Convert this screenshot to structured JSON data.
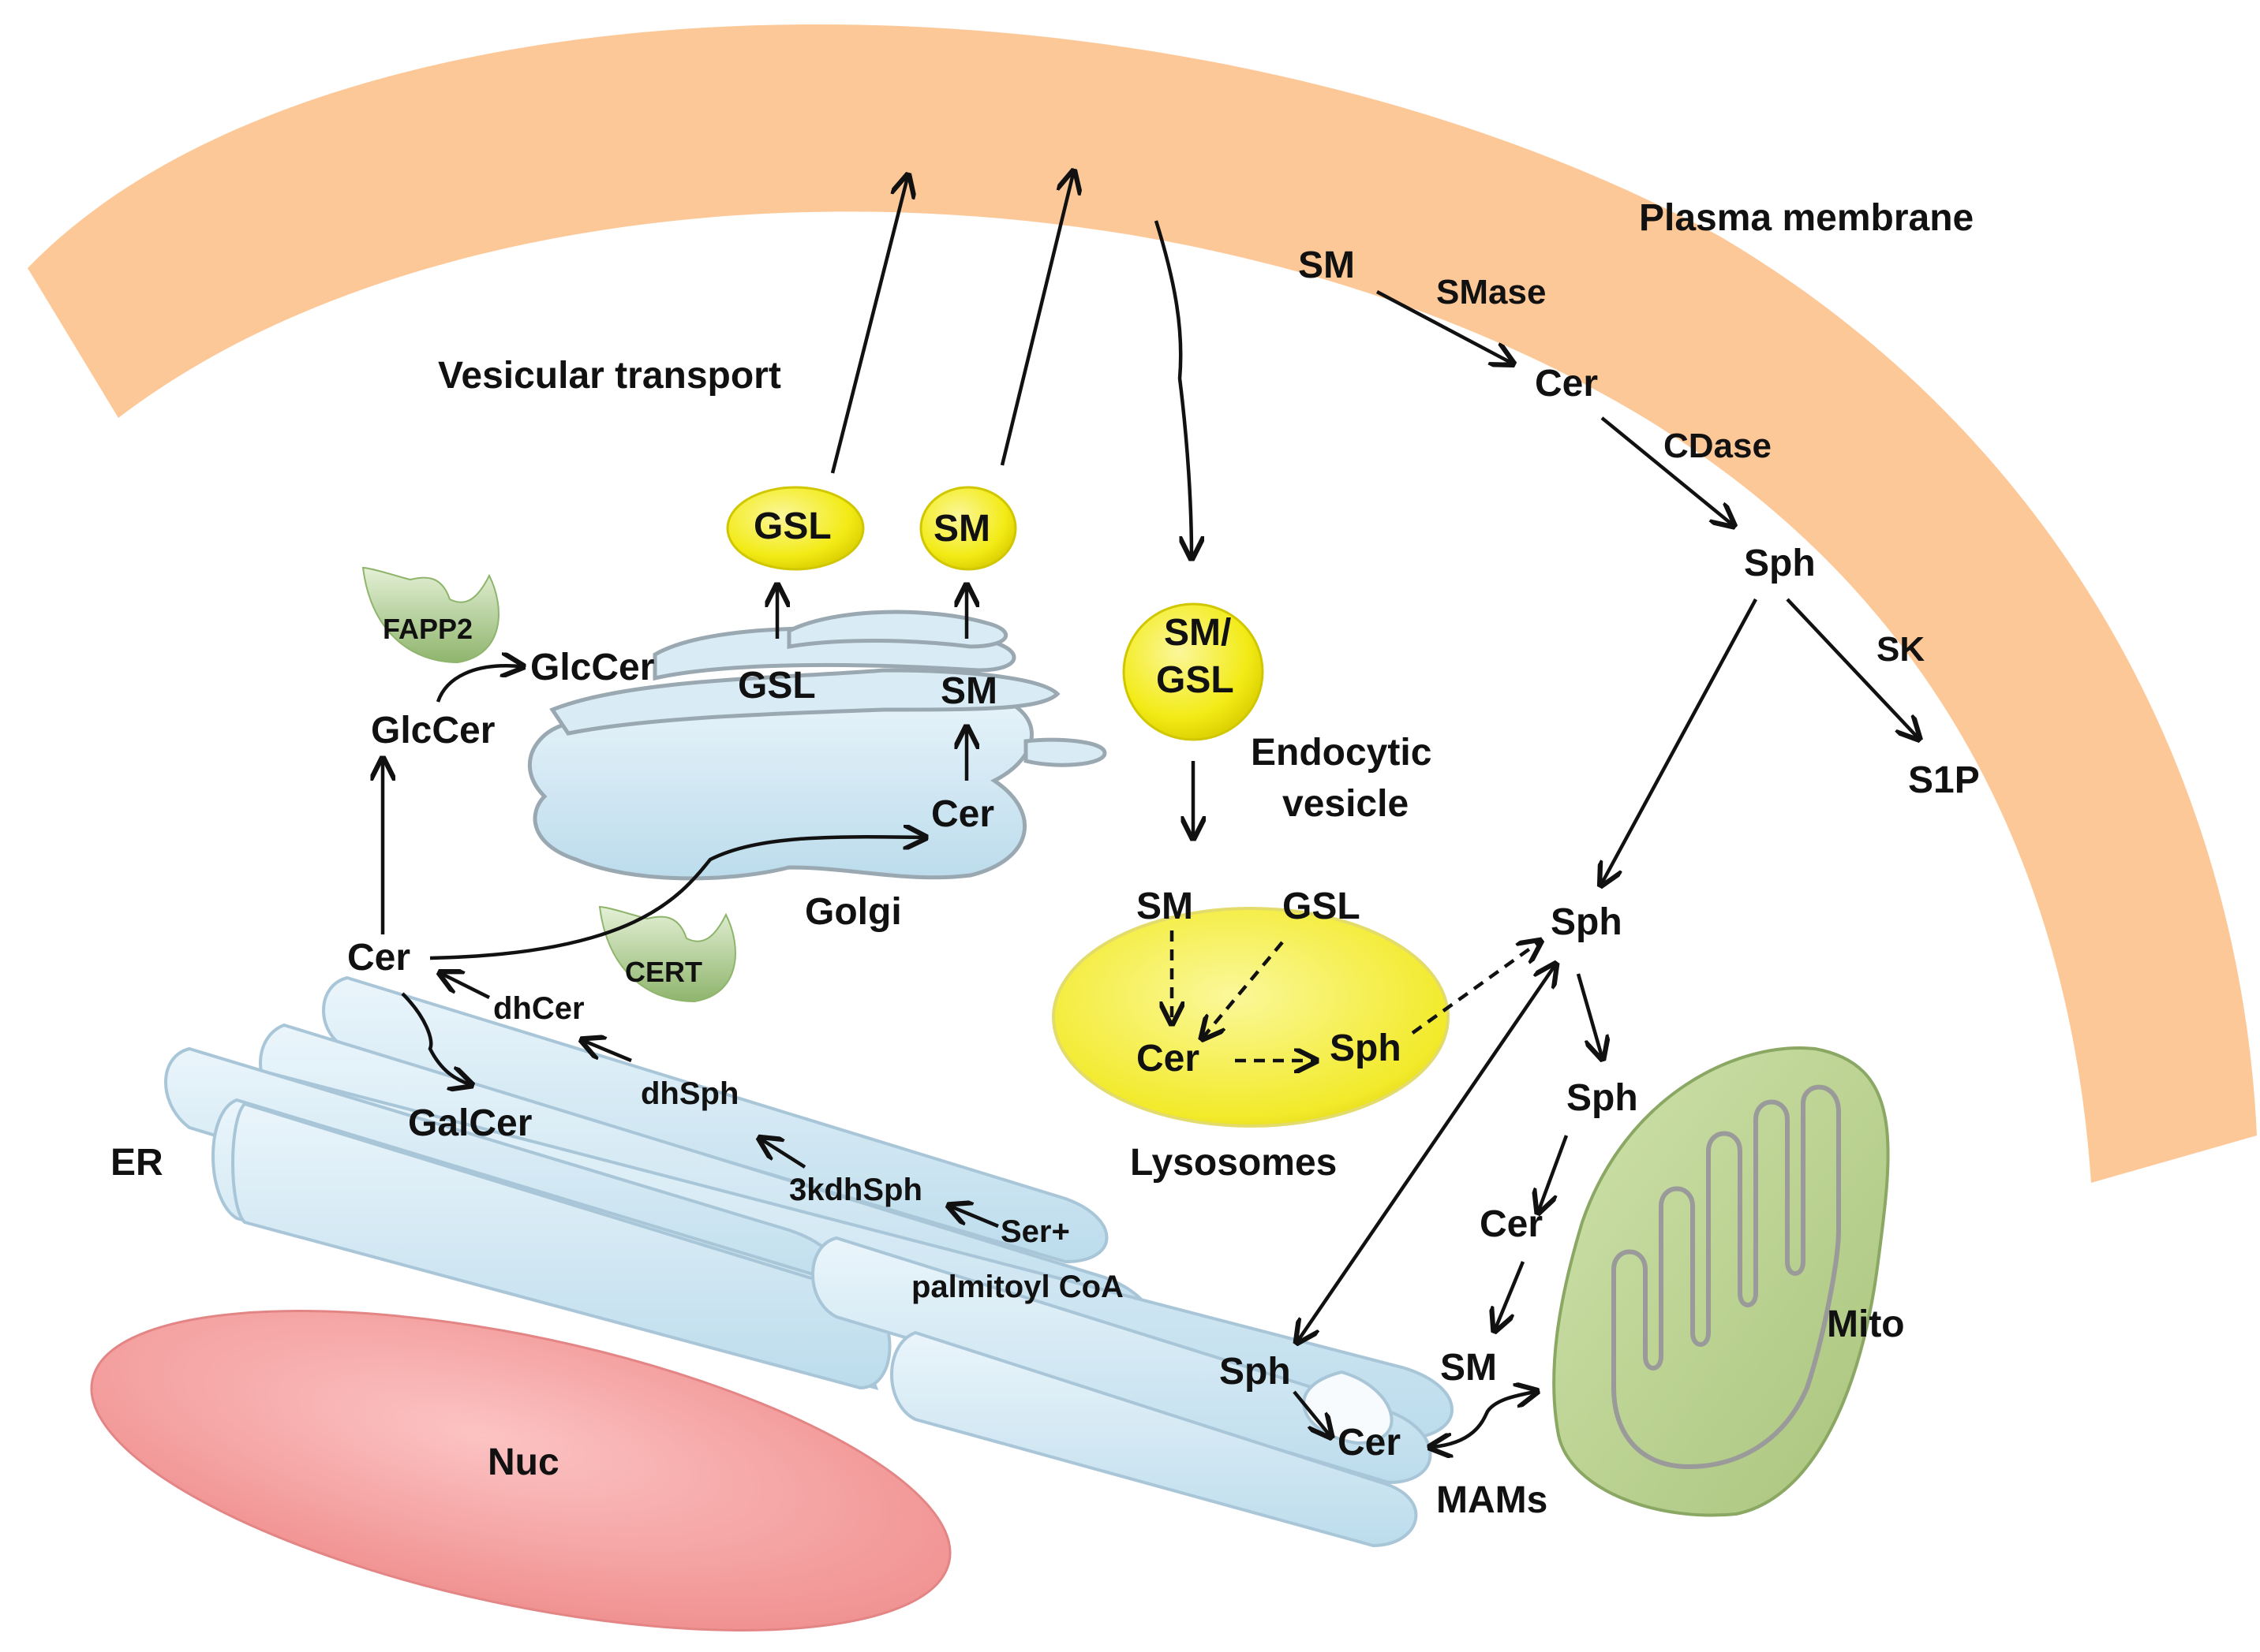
{
  "labels": {
    "plasma_membrane": "Plasma membrane",
    "vesicular_transport": "Vesicular transport",
    "golgi": "Golgi",
    "er": "ER",
    "nuc": "Nuc",
    "mito": "Mito",
    "mams": "MAMs",
    "lysosomes": "Lysosomes",
    "endocytic_line1": "Endocytic",
    "endocytic_line2": "vesicle"
  },
  "proteins": {
    "fapp2": "FAPP2",
    "cert": "CERT"
  },
  "membrane_pathway": {
    "sm": "SM",
    "smase": "SMase",
    "cer": "Cer",
    "cdase": "CDase",
    "sph": "Sph",
    "sk": "SK",
    "s1p": "S1P"
  },
  "vesicles": {
    "gsl": "GSL",
    "sm": "SM",
    "endocytic_line1": "SM/",
    "endocytic_line2": "GSL"
  },
  "golgi_pathway": {
    "glccer_top": "GlcCer",
    "gsl": "GSL",
    "sm": "SM",
    "cer": "Cer",
    "glccer_left": "GlcCer"
  },
  "er_pathway": {
    "cer": "Cer",
    "dhcer": "dhCer",
    "dhsph": "dhSph",
    "galcer": "GalCer",
    "kdhsph": "3kdhSph",
    "ser": "Ser+",
    "palmitoyl": "palmitoyl CoA",
    "sph": "Sph",
    "cer2": "Cer"
  },
  "lysosome_pathway": {
    "sm": "SM",
    "gsl": "GSL",
    "cer": "Cer",
    "sph": "Sph"
  },
  "cytosol_pathway": {
    "sph_top": "Sph",
    "sph_mid": "Sph",
    "cer": "Cer",
    "sm": "SM"
  },
  "colors": {
    "membrane": "#fdc898",
    "vesicle": "#f5ef1c",
    "organelle": "#cfe6f2",
    "organelle_edge": "#9fbfd4",
    "nucleus": "#f59c9c",
    "mito": "#b9d28e",
    "protein": "#a9c98c"
  }
}
